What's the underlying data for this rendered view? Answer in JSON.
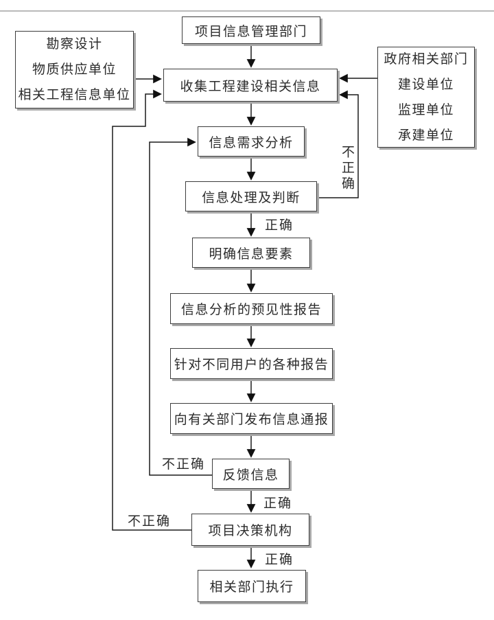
{
  "diagram": {
    "nodes": {
      "top": {
        "label": "项目信息管理部门"
      },
      "sources_left": {
        "lines": [
          "勘察设计",
          "物质供应单位",
          "相关工程信息单位"
        ]
      },
      "sources_right": {
        "lines": [
          "政府相关部门",
          "建设单位",
          "监理单位",
          "承建单位"
        ]
      },
      "collect": {
        "label": "收集工程建设相关信息"
      },
      "demand": {
        "label": "信息需求分析"
      },
      "processing": {
        "label": "信息处理及判断"
      },
      "clarify": {
        "label": "明确信息要素"
      },
      "predictive": {
        "label": "信息分析的预见性报告"
      },
      "user_reports": {
        "label": "针对不同用户的各种报告"
      },
      "notify": {
        "label": "向有关部门发布信息通报"
      },
      "feedback": {
        "label": "反馈信息"
      },
      "decision": {
        "label": "项目决策机构"
      },
      "execute": {
        "label": "相关部门执行"
      }
    },
    "edge_labels": {
      "correct": "正确",
      "incorrect": "不正确"
    },
    "colors": {
      "line": "#1a1a1a",
      "box_border": "#3c3c3c",
      "box_shadow": "#a8a8a8",
      "text": "#2b2b2b",
      "background": "#ffffff"
    }
  }
}
